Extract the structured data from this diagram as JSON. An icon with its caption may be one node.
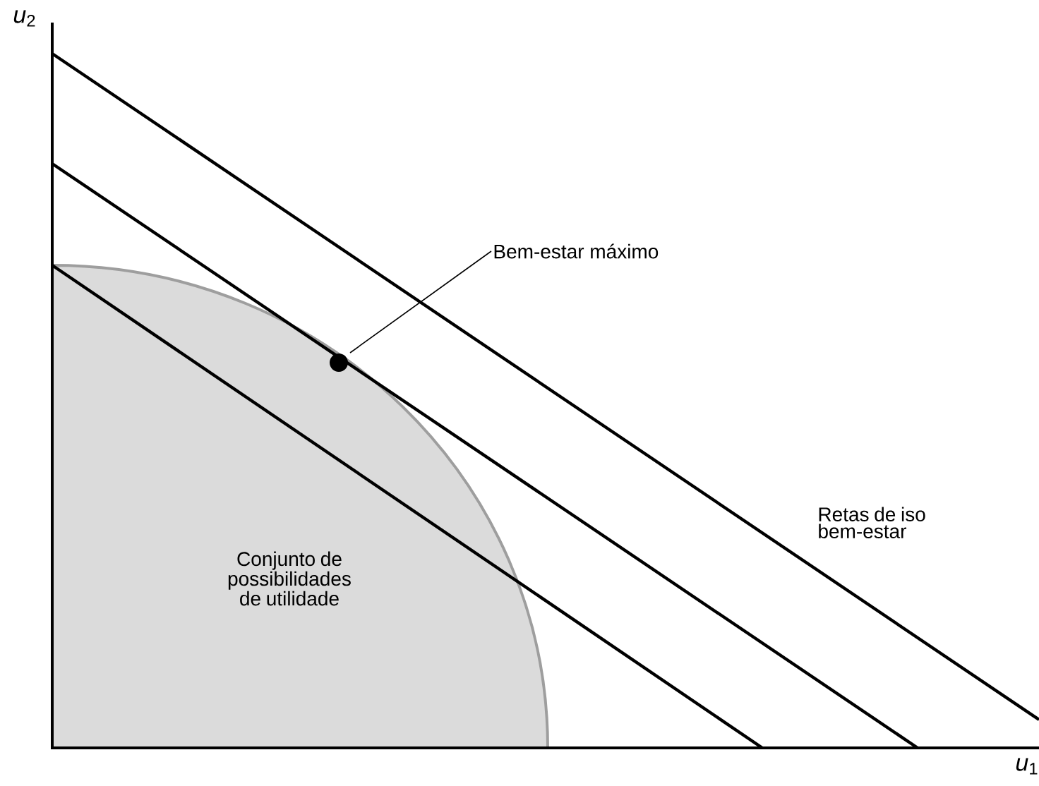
{
  "diagram": {
    "nodes": [
      {
        "text": [
          "Conjunto de possibilidades de utilidade"
        ]
      },
      {
        "text": [
          "Bem-estar máximo"
        ]
      },
      {
        "text": [],
        "shape": "circle"
      }
    ],
    "edges": [
      {
        "from": 1,
        "to": 2,
        "arrow": "none"
      }
    ],
    "labels": [
      "*u*$_{2}$",
      "Retas de iso bem-estar",
      "*u*$_{1}$"
    ]
  }
}
